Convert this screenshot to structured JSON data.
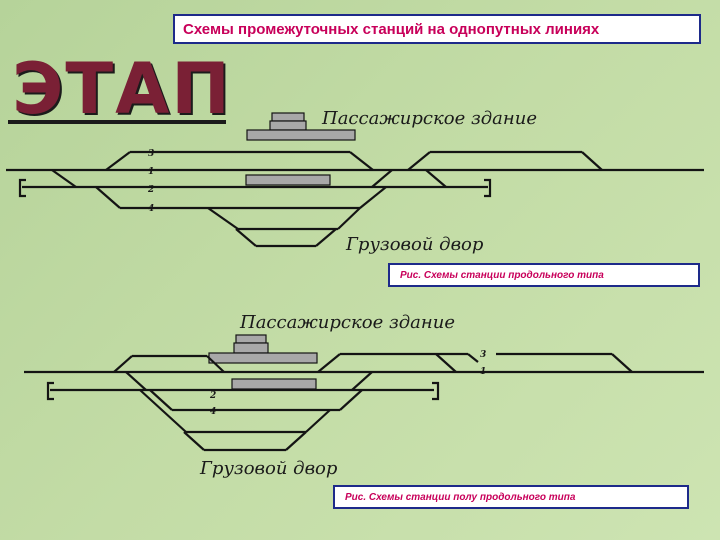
{
  "header": {
    "title": "Схемы промежуточных станций на однопутных линиях"
  },
  "stage": {
    "label": "ЭТАП"
  },
  "diagram1": {
    "passenger_label": "Пассажирское здание",
    "freight_label": "Грузовой двор",
    "track_numbers": [
      "3",
      "1",
      "2",
      "4"
    ],
    "caption": "Рис. Схемы  станции продольного типа"
  },
  "diagram2": {
    "passenger_label": "Пассажирское здание",
    "freight_label": "Грузовой двор",
    "track_numbers": [
      "3",
      "1",
      "2",
      "4"
    ],
    "caption": "Рис. Схемы  станции полу продольного типа"
  }
}
